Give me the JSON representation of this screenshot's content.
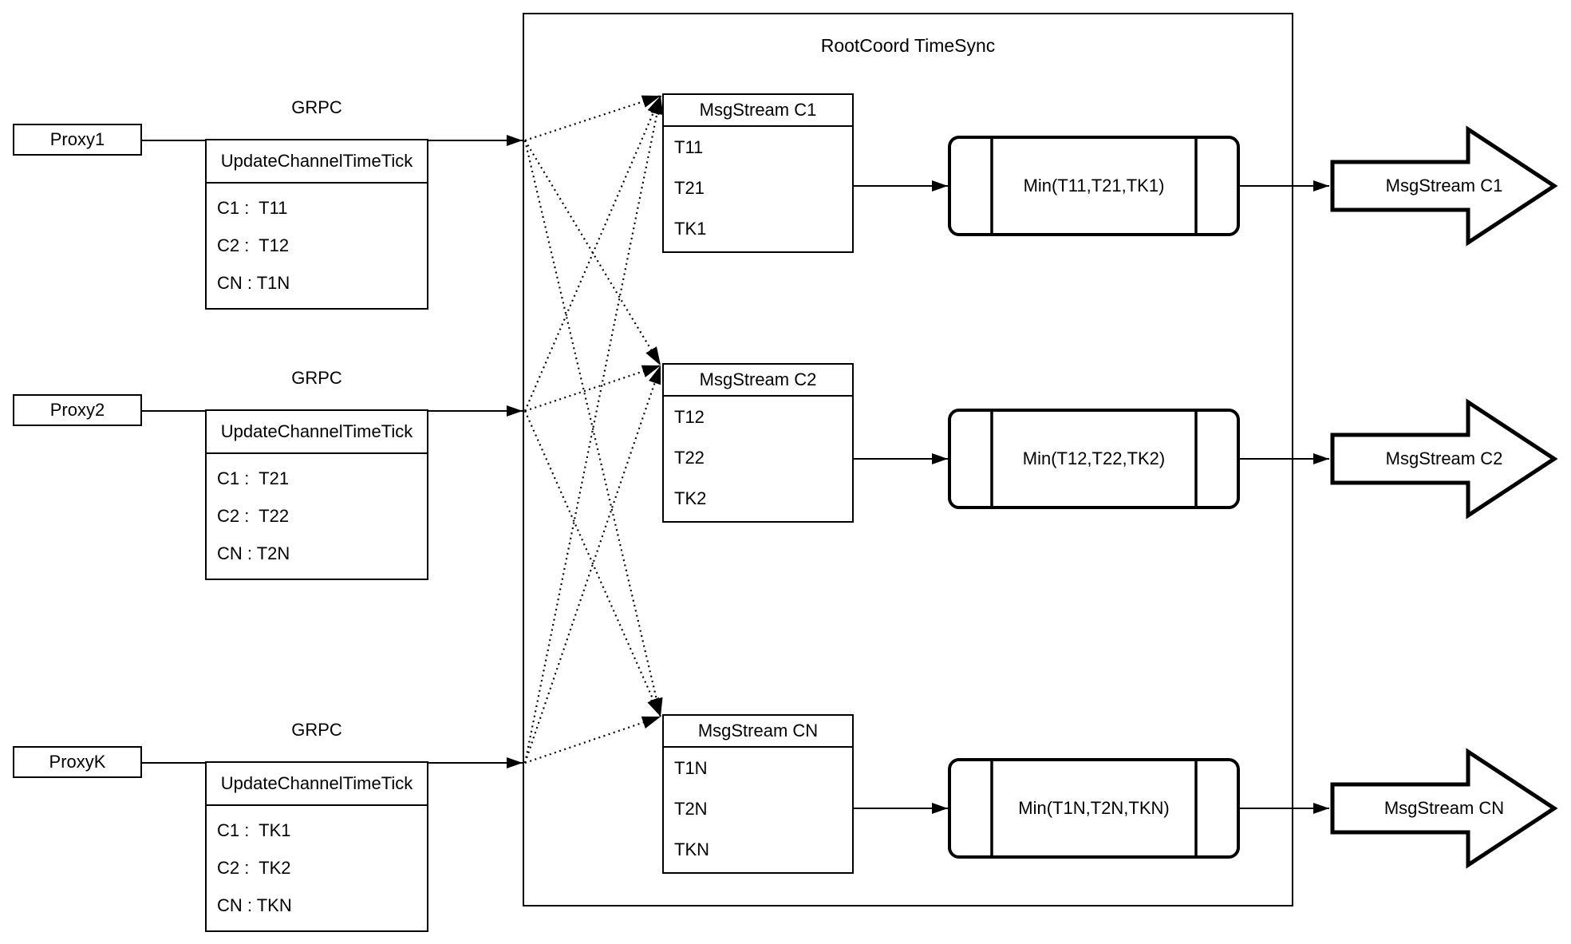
{
  "diagram": {
    "title": "RootCoord TimeSync",
    "colors": {
      "stroke": "#000000",
      "fill": "#ffffff"
    },
    "proxies": [
      {
        "name": "Proxy1",
        "protocol": "GRPC",
        "table_title": "UpdateChannelTimeTick",
        "rows": [
          "C1 :  T11",
          "C2 :  T12",
          "CN : T1N"
        ]
      },
      {
        "name": "Proxy2",
        "protocol": "GRPC",
        "table_title": "UpdateChannelTimeTick",
        "rows": [
          "C1 :  T21",
          "C2 :  T22",
          "CN : T2N"
        ]
      },
      {
        "name": "ProxyK",
        "protocol": "GRPC",
        "table_title": "UpdateChannelTimeTick",
        "rows": [
          "C1 :  TK1",
          "C2 :  TK2",
          "CN : TKN"
        ]
      }
    ],
    "streams": [
      {
        "header": "MsgStream C1",
        "ticks": [
          "T11",
          "T21",
          "TK1"
        ],
        "min_label": "Min(T11,T21,TK1)",
        "out_label": "MsgStream C1"
      },
      {
        "header": "MsgStream C2",
        "ticks": [
          "T12",
          "T22",
          "TK2"
        ],
        "min_label": "Min(T12,T22,TK2)",
        "out_label": "MsgStream C2"
      },
      {
        "header": "MsgStream CN",
        "ticks": [
          "T1N",
          "T2N",
          "TKN"
        ],
        "min_label": "Min(T1N,T2N,TKN)",
        "out_label": "MsgStream CN"
      }
    ]
  }
}
